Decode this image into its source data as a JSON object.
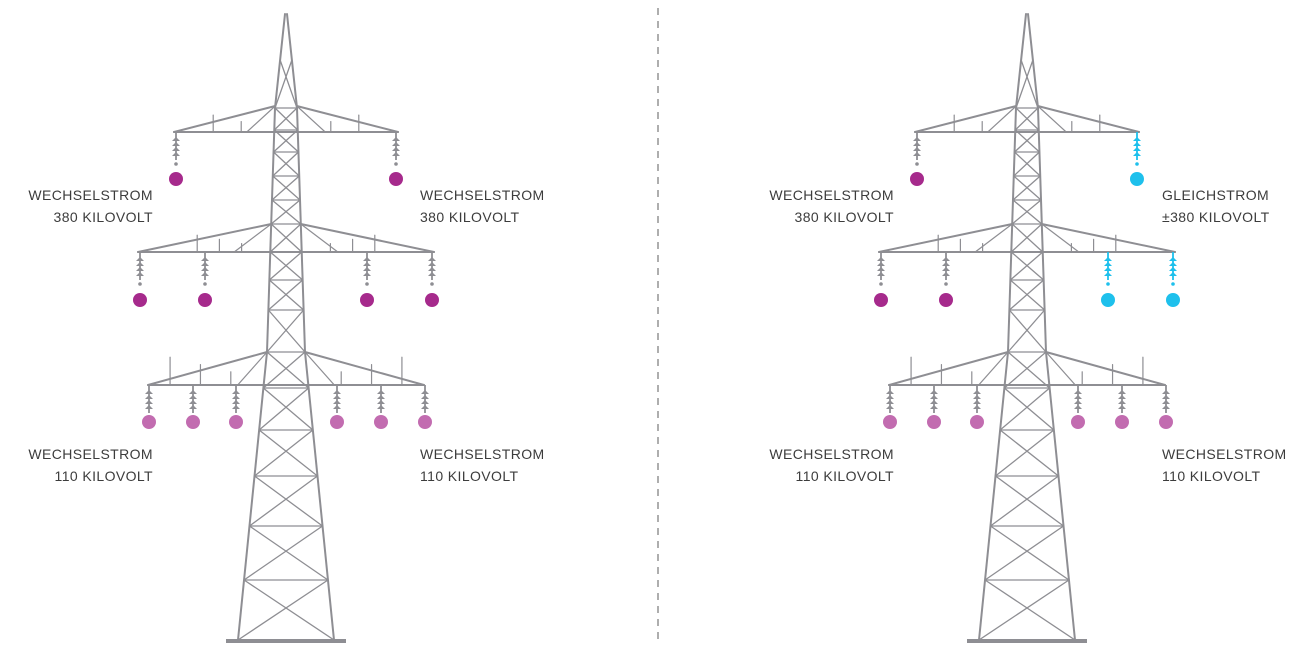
{
  "colors": {
    "tower": "#8e8e93",
    "ac380": "#a62a8c",
    "ac110": "#c26cb0",
    "dc": "#1ec0ec",
    "divider": "#9a9a9a",
    "text": "#3c3c3c"
  },
  "icons": {
    "insulator": "insulator-icon",
    "conductor": "conductor-dot"
  },
  "left_tower": {
    "top_left": {
      "line1": "WECHSELSTROM",
      "line2": "380 KILOVOLT"
    },
    "top_right": {
      "line1": "WECHSELSTROM",
      "line2": "380 KILOVOLT"
    },
    "bottom_left": {
      "line1": "WECHSELSTROM",
      "line2": "110 KILOVOLT"
    },
    "bottom_right": {
      "line1": "WECHSELSTROM",
      "line2": "110 KILOVOLT"
    }
  },
  "right_tower": {
    "top_left": {
      "line1": "WECHSELSTROM",
      "line2": "380 KILOVOLT"
    },
    "top_right": {
      "line1": "GLEICHSTROM",
      "line2": "±380 KILOVOLT"
    },
    "bottom_left": {
      "line1": "WECHSELSTROM",
      "line2": "110 KILOVOLT"
    },
    "bottom_right": {
      "line1": "WECHSELSTROM",
      "line2": "110 KILOVOLT"
    }
  }
}
